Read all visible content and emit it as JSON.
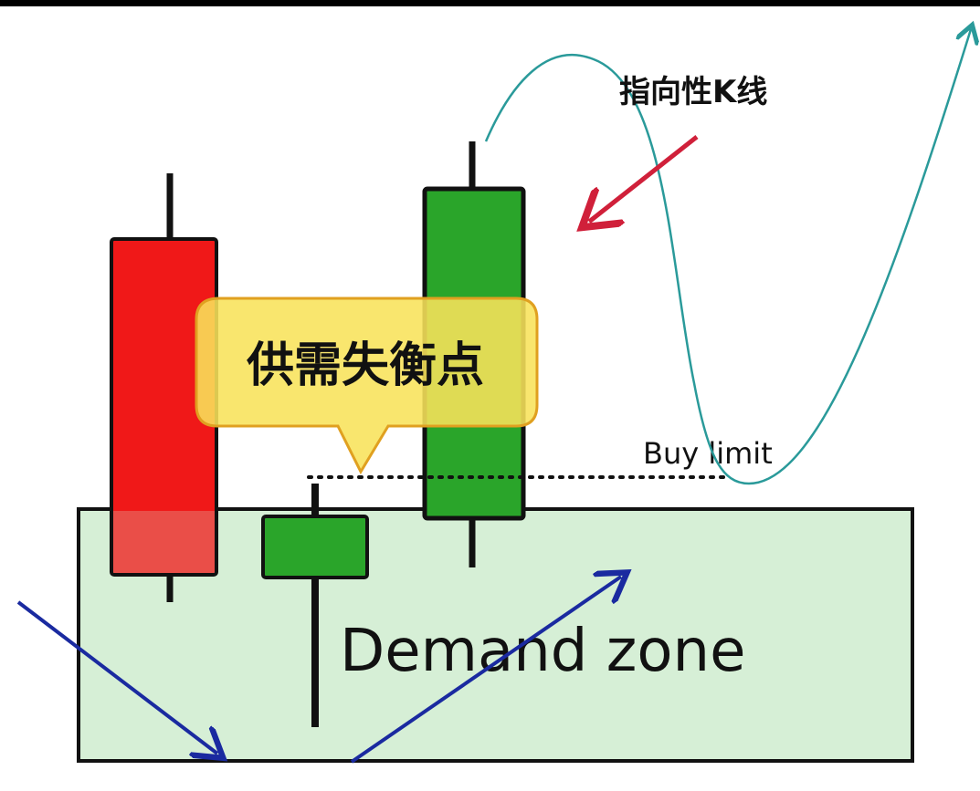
{
  "labels": {
    "directional_candle": "指向性K线",
    "imbalance_point": "供需失衡点",
    "buy_limit": "Buy limit",
    "demand_zone": "Demand zone"
  },
  "colors": {
    "bearish_candle": "#f01818",
    "bullish_candle": "#2aa52a",
    "demand_zone_fill": "#d6efd6",
    "callout_fill": "#f8e35a",
    "price_path": "#2a9a9a",
    "red_arrow": "#d0203a",
    "blue_arrow": "#1a2aa0"
  }
}
